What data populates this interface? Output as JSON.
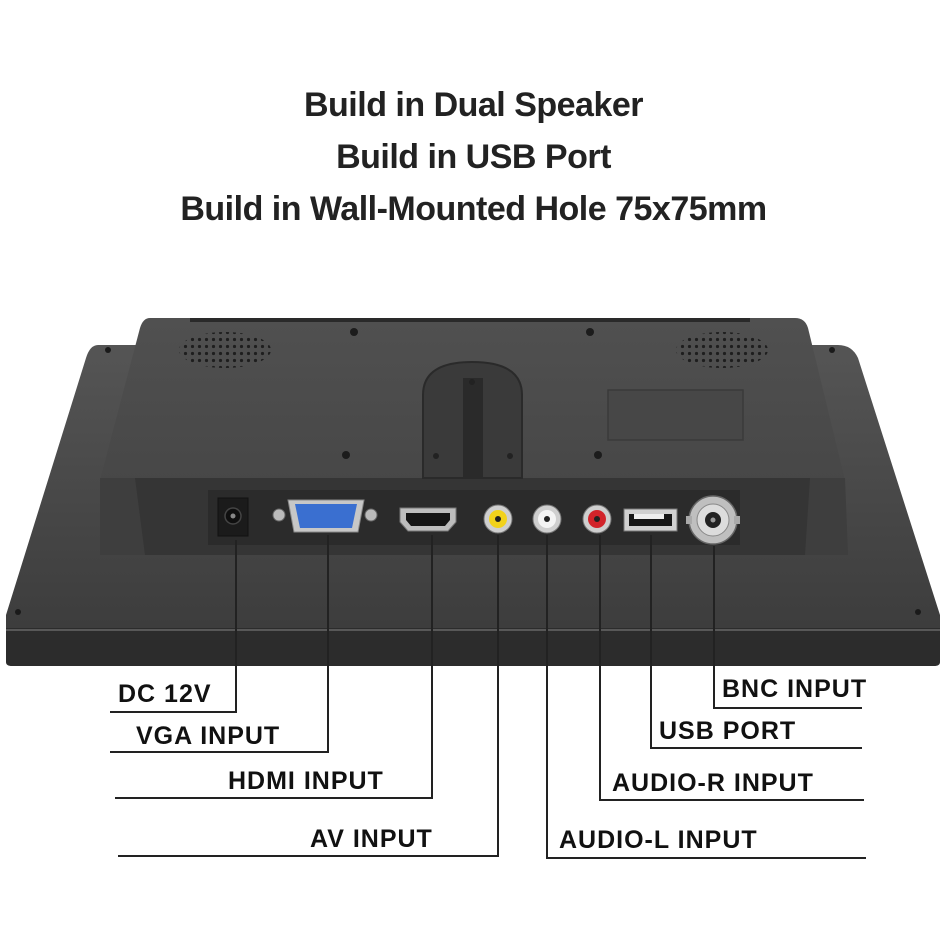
{
  "headlines": {
    "line1": "Build in Dual Speaker",
    "line2": "Build in USB Port",
    "line3": "Build in Wall-Mounted Hole 75x75mm"
  },
  "ports": {
    "dc": "DC 12V",
    "vga": "VGA INPUT",
    "hdmi": "HDMI INPUT",
    "av": "AV INPUT",
    "bnc": "BNC INPUT",
    "usb": "USB PORT",
    "audio_r": "AUDIO-R INPUT",
    "audio_l": "AUDIO-L INPUT"
  },
  "colors": {
    "monitor_body": "#4a4a4a",
    "monitor_dark": "#2e2e2e",
    "vga_blue": "#3a6fd0",
    "rca_yellow": "#f2d21b",
    "rca_white": "#f4f4f4",
    "rca_red": "#d2232a",
    "line": "#222222"
  }
}
